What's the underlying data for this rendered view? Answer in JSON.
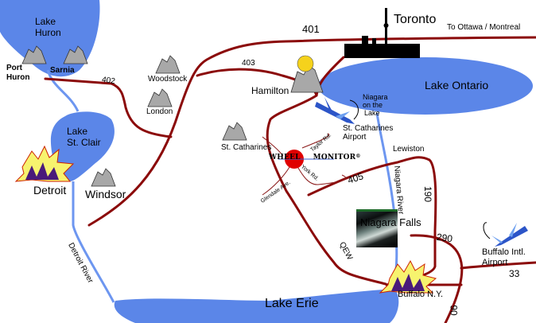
{
  "map": {
    "colors": {
      "water": "#5b86e8",
      "river": "#6d96f0",
      "highway": "#8b0a0a",
      "local_road": "#8b1a1a",
      "skyline": "#000000",
      "wheelmonitor_red": "#e00000",
      "background": "#ffffff"
    },
    "lakes": [
      {
        "id": "lake-huron",
        "label_line1": "Lake",
        "label_line2": "Huron"
      },
      {
        "id": "lake-st-clair",
        "label_line1": "Lake",
        "label_line2": "St. Clair"
      },
      {
        "id": "lake-ontario",
        "label": "Lake Ontario"
      },
      {
        "id": "lake-erie",
        "label": "Lake Erie"
      }
    ],
    "rivers": [
      {
        "id": "detroit-river",
        "label": "Detroit River"
      },
      {
        "id": "niagara-river",
        "label": "Niagara River"
      }
    ],
    "cities": {
      "toronto": "Toronto",
      "port_huron_line1": "Port",
      "port_huron_line2": "Huron",
      "sarnia": "Sarnia",
      "woodstock": "Woodstock",
      "london": "London",
      "hamilton": "Hamilton",
      "st_catharines": "St. Catharines",
      "detroit": "Detroit",
      "windsor": "Windsor",
      "niagara_on_the_lake_line1": "Niagara",
      "niagara_on_the_lake_line2": "on the",
      "niagara_on_the_lake_line3": "Lake",
      "lewiston": "Lewiston",
      "niagara_falls": "Niagara Falls",
      "buffalo": "Buffalo N.Y."
    },
    "airports": {
      "st_catharines_line1": "St. Catharines",
      "st_catharines_line2": "Airport",
      "buffalo_line1": "Buffalo Intl.",
      "buffalo_line2": "Airport"
    },
    "highways": {
      "h401": "401",
      "h402": "402",
      "h403": "403",
      "h405": "405",
      "h190_north": "190",
      "h190_south": "90",
      "h290": "290",
      "h33": "33",
      "qew": "QEW",
      "to_ottawa": "To Ottawa / Montreal"
    },
    "local_roads": {
      "taylor": "Taylor Rd.",
      "york": "York Rd.",
      "glendale": "Glendale Ave."
    },
    "brand": {
      "left": "WHEEL",
      "right": "MONITOR",
      "mark": "®"
    }
  }
}
